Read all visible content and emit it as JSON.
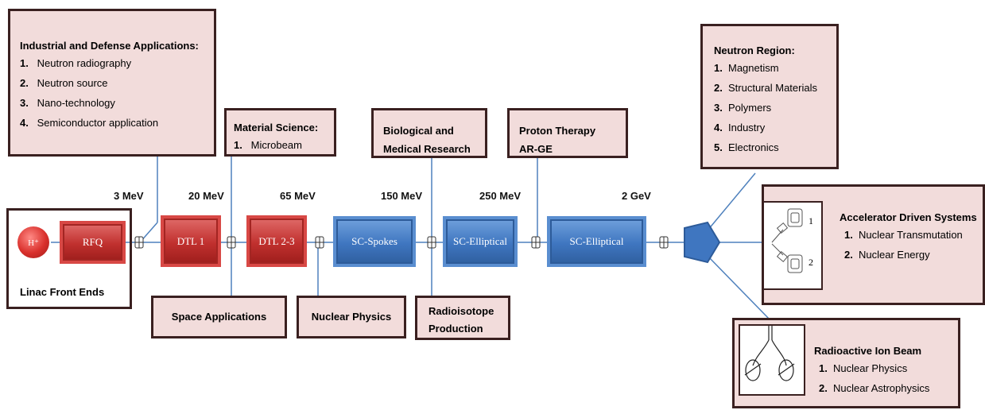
{
  "source": {
    "label": "H⁺"
  },
  "modules": [
    {
      "label": "RFQ"
    },
    {
      "label": "DTL 1"
    },
    {
      "label": "DTL 2-3"
    },
    {
      "label": "SC-Spokes"
    },
    {
      "label": "SC-Elliptical"
    },
    {
      "label": "SC-Elliptical"
    }
  ],
  "energies": [
    "3 MeV",
    "20 MeV",
    "65 MeV",
    "150 MeV",
    "250 MeV",
    "2 GeV"
  ],
  "boxes": {
    "industrial": {
      "title": "Industrial and Defense Applications:",
      "items": [
        {
          "num": "1.",
          "text": "Neutron radiography"
        },
        {
          "num": "2.",
          "text": "Neutron source"
        },
        {
          "num": "3.",
          "text": "Nano-technology"
        },
        {
          "num": "4.",
          "text": "Semiconductor application"
        }
      ]
    },
    "material": {
      "title": "Material Science:",
      "items": [
        {
          "num": "1.",
          "text": "Microbeam"
        }
      ]
    },
    "biological": {
      "line1": "Biological and",
      "line2": "Medical Research"
    },
    "proton": {
      "line1": "Proton Therapy",
      "line2": "AR-GE"
    },
    "neutron": {
      "title": "Neutron Region:",
      "items": [
        {
          "num": "1.",
          "text": "Magnetism"
        },
        {
          "num": "2.",
          "text": "Structural Materials"
        },
        {
          "num": "3.",
          "text": "Polymers"
        },
        {
          "num": "4.",
          "text": "Industry"
        },
        {
          "num": "5.",
          "text": "Electronics"
        }
      ]
    },
    "accelerator": {
      "title": "Accelerator Driven Systems",
      "items": [
        {
          "num": "1.",
          "text": "Nuclear Transmutation"
        },
        {
          "num": "2.",
          "text": "Nuclear Energy"
        }
      ],
      "icon_labels": [
        "1",
        "2"
      ]
    },
    "linac": {
      "title": "Linac Front Ends"
    },
    "space": {
      "title": "Space Applications"
    },
    "nuclear_physics": {
      "title": "Nuclear Physics"
    },
    "radioisotope": {
      "line1": "Radioisotope",
      "line2": "Production"
    },
    "rib": {
      "title": "Radioactive Ion Beam",
      "items": [
        {
          "num": "1.",
          "text": "Nuclear Physics"
        },
        {
          "num": "2.",
          "text": "Nuclear  Astrophysics"
        }
      ]
    }
  },
  "colors": {
    "box_fill": "#f2dcdb",
    "box_border": "#3a2020",
    "line": "#4f81bd",
    "red_module": "#c0302e",
    "blue_module": "#3f76c0"
  }
}
